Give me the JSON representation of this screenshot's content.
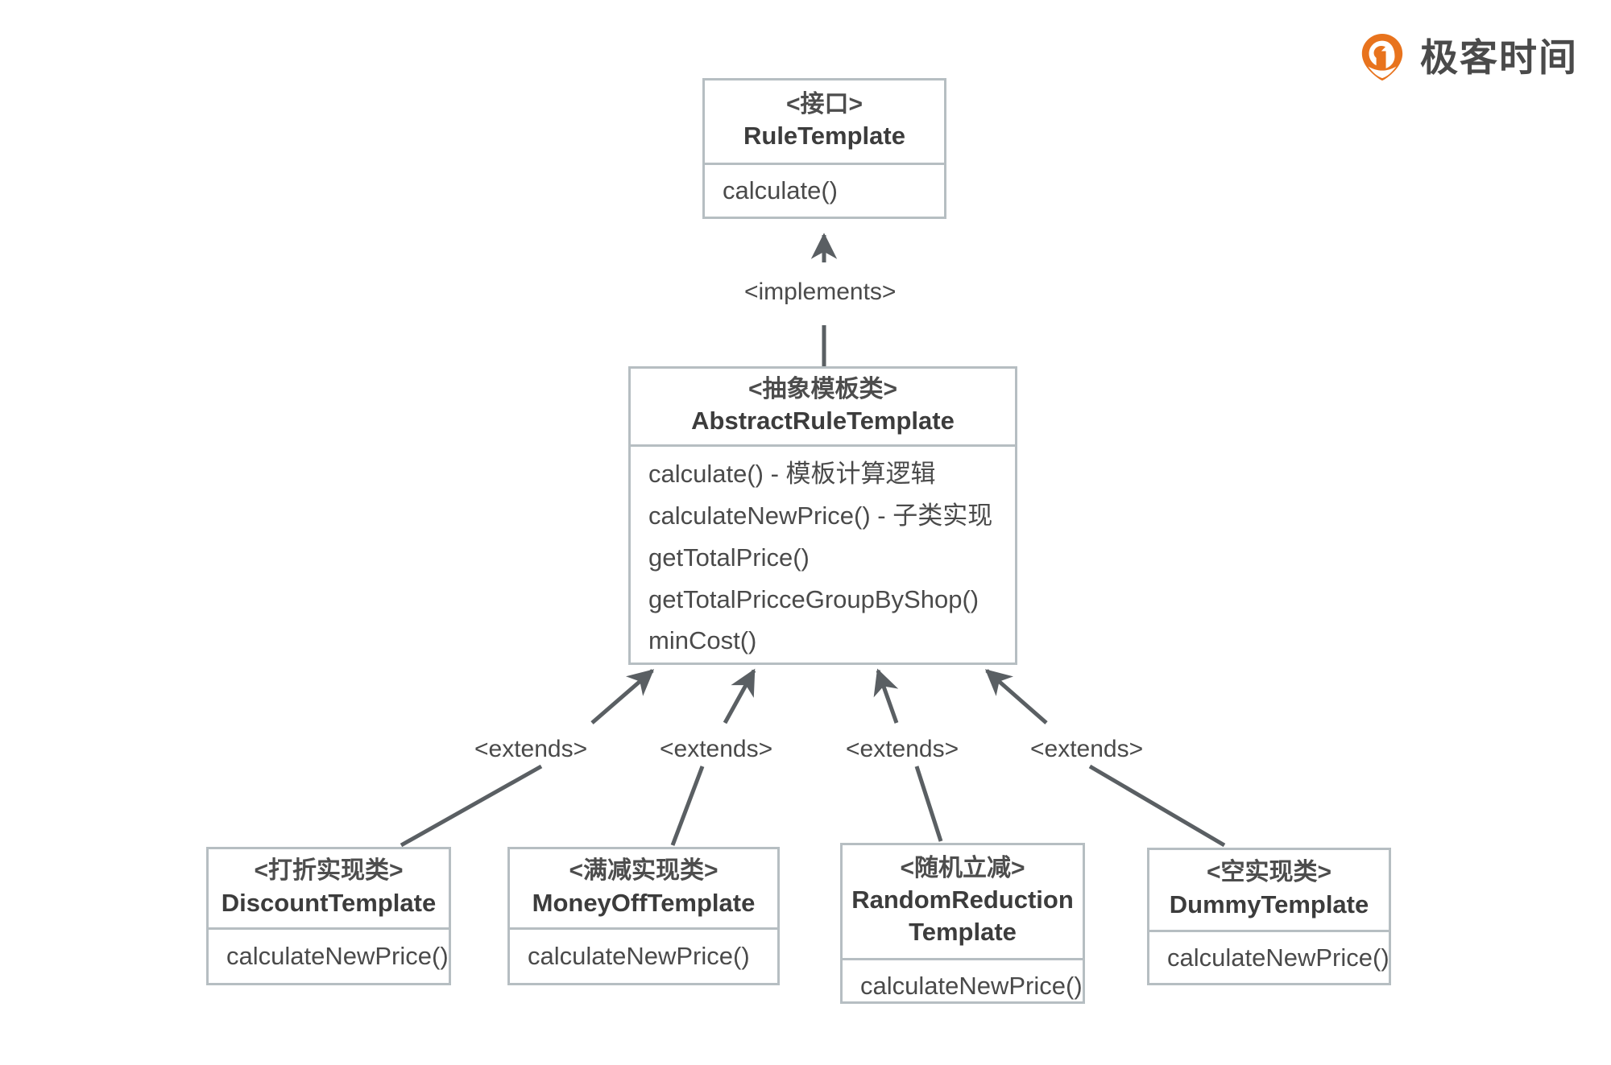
{
  "brand": {
    "name": "极客时间",
    "logo_icon": "geektime-pin-logo-icon",
    "accent_color": "#e8731d",
    "text_color": "#4a4a4a"
  },
  "diagram": {
    "type": "uml-class-diagram",
    "line_color": "#b6bec2",
    "arrow_color": "#5a5f63",
    "background": "#ffffff",
    "nodes": [
      {
        "id": "rule-template",
        "stereotype": "<接口>",
        "name": "RuleTemplate",
        "members": [
          "calculate()"
        ]
      },
      {
        "id": "abstract-rule-template",
        "stereotype": "<抽象模板类>",
        "name": "AbstractRuleTemplate",
        "members": [
          "calculate() - 模板计算逻辑",
          "calculateNewPrice() - 子类实现",
          "getTotalPrice()",
          "getTotalPricceGroupByShop()",
          "minCost()"
        ]
      },
      {
        "id": "discount-template",
        "stereotype": "<打折实现类>",
        "name": "DiscountTemplate",
        "members": [
          "calculateNewPrice()"
        ]
      },
      {
        "id": "money-off-template",
        "stereotype": "<满减实现类>",
        "name": "MoneyOffTemplate",
        "members": [
          "calculateNewPrice()"
        ]
      },
      {
        "id": "random-reduction-template",
        "stereotype": "<随机立减>",
        "name": "RandomReduction Template",
        "members": [
          "calculateNewPrice()"
        ]
      },
      {
        "id": "dummy-template",
        "stereotype": "<空实现类>",
        "name": "DummyTemplate",
        "members": [
          "calculateNewPrice()"
        ]
      }
    ],
    "edges": [
      {
        "id": "implements-edge",
        "from": "abstract-rule-template",
        "to": "rule-template",
        "label": "<implements>"
      },
      {
        "id": "extends-edge-1",
        "from": "discount-template",
        "to": "abstract-rule-template",
        "label": "<extends>"
      },
      {
        "id": "extends-edge-2",
        "from": "money-off-template",
        "to": "abstract-rule-template",
        "label": "<extends>"
      },
      {
        "id": "extends-edge-3",
        "from": "random-reduction-template",
        "to": "abstract-rule-template",
        "label": "<extends>"
      },
      {
        "id": "extends-edge-4",
        "from": "dummy-template",
        "to": "abstract-rule-template",
        "label": "<extends>"
      }
    ]
  }
}
